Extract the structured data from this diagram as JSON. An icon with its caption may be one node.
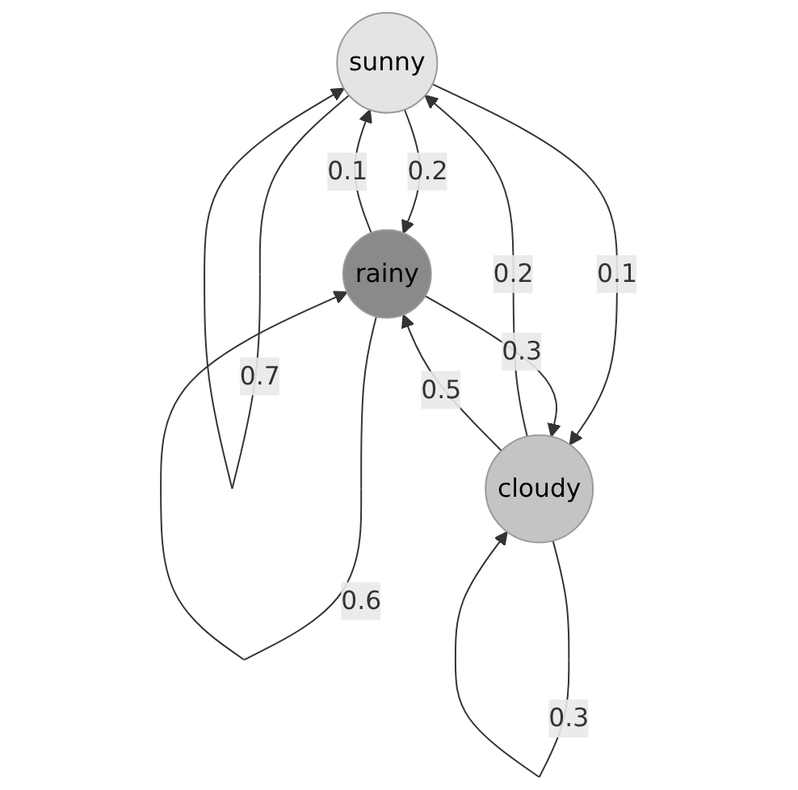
{
  "diagram": {
    "nodes": [
      {
        "text": [
          "sunny"
        ]
      },
      {
        "text": [
          "rainy"
        ]
      },
      {
        "text": [
          "cloudy"
        ]
      }
    ],
    "edges": [
      {
        "from": 0,
        "to": 0,
        "arrow": "to",
        "label": "0.7"
      },
      {
        "from": 0,
        "to": 1,
        "arrow": "to",
        "label": "0.2"
      },
      {
        "from": 1,
        "to": 0,
        "arrow": "to",
        "label": "0.1"
      },
      {
        "from": 0,
        "to": 2,
        "arrow": "to",
        "label": "0.1"
      },
      {
        "from": 2,
        "to": 0,
        "arrow": "to",
        "label": "0.2"
      },
      {
        "from": 2,
        "to": 1,
        "arrow": "to",
        "label": "0.5"
      },
      {
        "from": 1,
        "to": 2,
        "arrow": "to",
        "label": "0.3"
      },
      {
        "from": 1,
        "to": 1,
        "arrow": "to",
        "label": "0.6"
      },
      {
        "from": 2,
        "to": 2,
        "arrow": "to",
        "label": "0.3"
      }
    ]
  }
}
